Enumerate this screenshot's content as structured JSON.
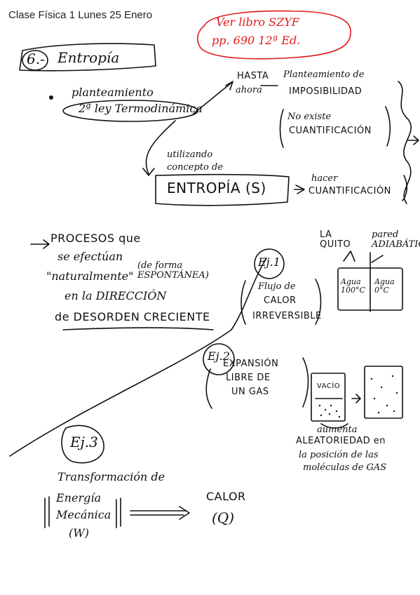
{
  "header": {
    "title": "Clase Física 1 Lunes 25 Enero"
  },
  "reference": {
    "line1": "Ver libro SZYF",
    "line2": "pp. 690   12ª Ed."
  },
  "section": {
    "number": "6.-",
    "title": "Entropía"
  },
  "planteamiento": {
    "label": "planteamiento",
    "law": "2ª ley Termodinámica"
  },
  "hasta_ahora": {
    "line1": "HASTA",
    "line2": "ahora"
  },
  "imposibilidad": {
    "line1": "Planteamiento de",
    "line2": "IMPOSIBILIDAD"
  },
  "cuantificacion_no": {
    "line1": "No existe",
    "line2": "CUANTIFICACIÓN"
  },
  "utilizando": {
    "line1": "utilizando",
    "line2": "concepto de",
    "entropia": "ENTROPÍA (S)"
  },
  "hacer": {
    "line1": "hacer",
    "line2": "CUANTIFICACIÓN"
  },
  "procesos": {
    "line1": "PROCESOS que",
    "line2": "se efectúan",
    "line3": "\"naturalmente\"",
    "paren": "(de forma ESPONTÁNEA)",
    "line4": "en la DIRECCIÓN",
    "line5": "de DESORDEN CRECIENTE"
  },
  "ej1": {
    "label": "Ej.1",
    "line1": "Flujo de",
    "line2": "CALOR",
    "line3": "IRREVERSIBLE"
  },
  "apparatus": {
    "quito": "LA QUITO",
    "pared": "pared ADIABÁTICA",
    "left_label": "Agua 100°C",
    "right_label": "Agua 0°C"
  },
  "ej2": {
    "label": "Ej.2",
    "line1": "EXPANSIÓN",
    "line2": "LIBRE DE",
    "line3": "UN GAS"
  },
  "vacio": {
    "label": "VACÍO"
  },
  "aleatoriedad": {
    "line1": "aumenta",
    "line2": "ALEATORIEDAD en",
    "line3": "la posición de las",
    "line4": "moléculas de GAS"
  },
  "ej3": {
    "label": "Ej.3",
    "transform": "Transformación de"
  },
  "energy": {
    "line1": "Energía",
    "line2": "Mecánica",
    "line3": "(W)",
    "calor": "CALOR",
    "q": "(Q)"
  }
}
